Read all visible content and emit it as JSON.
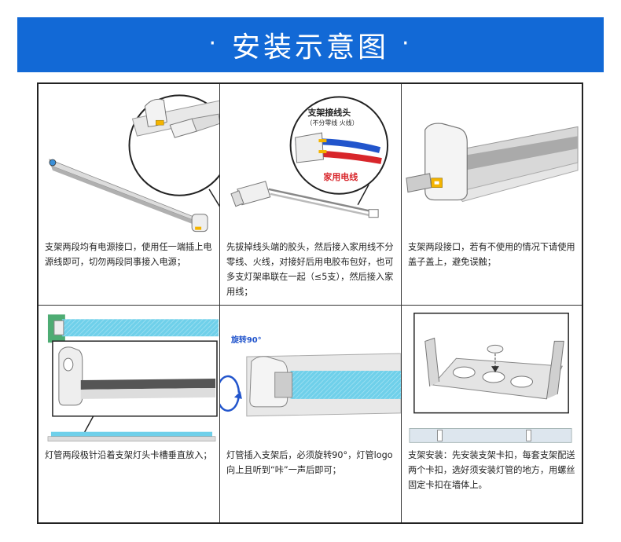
{
  "header": {
    "title": "安装示意图",
    "dot": "·"
  },
  "panels": [
    {
      "caption": "支架两段均有电源接口，使用任一端插上电源线即可，切勿两段同事接入电源；"
    },
    {
      "label_connector": "支架接线头",
      "label_connector_sub": "（不分零线 火线）",
      "label_wire": "家用电线",
      "caption": "先拔掉线头端的胶头，然后接入家用线不分零线、火线，对接好后用电胶布包好，也可多支灯架串联在一起（≤5支），然后接入家用线；"
    },
    {
      "caption": "支架两段接口，若有不使用的情况下请使用盖子盖上，避免误触；"
    },
    {
      "caption": "灯管两段极针沿着支架灯头卡槽垂直放入；"
    },
    {
      "label_rotate": "旋转90°",
      "caption": "灯管插入支架后，必须旋转90°，灯管logo向上且听到“咔”一声后即可；"
    },
    {
      "caption": "支架安装：先安装支架卡扣，每套支架配送两个卡扣，选好须安装灯管的地方，用螺丝固定卡扣在墙体上。"
    }
  ],
  "colors": {
    "banner": "#1269d6",
    "tube": "#6fd0ea",
    "accent_blue": "#2255cc",
    "accent_red": "#d8262b"
  }
}
